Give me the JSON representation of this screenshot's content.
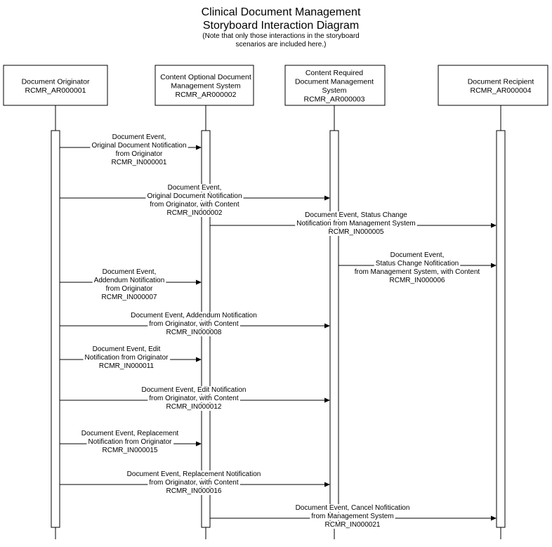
{
  "title": [
    "Clinical Document Management",
    "Storyboard Interaction Diagram"
  ],
  "note": [
    "(Note that only those interactions in the storyboard",
    "scenarios are included here.)"
  ],
  "participants": [
    {
      "id": "originator",
      "lines": [
        "Document Originator",
        "RCMR_AR000001"
      ]
    },
    {
      "id": "optional",
      "lines": [
        "Content Optional Document",
        "Management System",
        "RCMR_AR000002"
      ]
    },
    {
      "id": "required",
      "lines": [
        "Content Required",
        "Document Management",
        "System",
        "RCMR_AR000003"
      ]
    },
    {
      "id": "recipient",
      "lines": [
        "Document Recipient",
        "RCMR_AR000004"
      ]
    }
  ],
  "messages": [
    {
      "from": 0,
      "to": 1,
      "lines": [
        "Document Event,",
        "Original Document Notification",
        "from Originator",
        "RCMR_IN000001"
      ]
    },
    {
      "from": 0,
      "to": 2,
      "lines": [
        "Document Event,",
        "Original Document Notification",
        "from Originator, with Content",
        "RCMR_IN000002"
      ]
    },
    {
      "from": 1,
      "to": 3,
      "lines": [
        "Document Event, Status Change",
        "Notification from Management System",
        "RCMR_IN000005"
      ]
    },
    {
      "from": 2,
      "to": 3,
      "lines": [
        "Document Event,",
        "Status Change Nofitication",
        "from Management System, with Content",
        "RCMR_IN000006"
      ]
    },
    {
      "from": 0,
      "to": 1,
      "lines": [
        "Document Event,",
        "Addendum Notification",
        "from Originator",
        "RCMR_IN000007"
      ]
    },
    {
      "from": 0,
      "to": 2,
      "lines": [
        "Document Event, Addendum Notification",
        "from Originator, with Content",
        "RCMR_IN000008"
      ]
    },
    {
      "from": 0,
      "to": 1,
      "lines": [
        "Document Event, Edit",
        "Notification from Originator",
        "RCMR_IN000011"
      ]
    },
    {
      "from": 0,
      "to": 2,
      "lines": [
        "Document Event, Edit Notification",
        "from Originator, with Content",
        "RCMR_IN000012"
      ]
    },
    {
      "from": 0,
      "to": 1,
      "lines": [
        "Document Event, Replacement",
        "Notification from Originator",
        "RCMR_IN000015"
      ]
    },
    {
      "from": 0,
      "to": 2,
      "lines": [
        "Document Event, Replacement Notification",
        "from Originator, with Content",
        "RCMR_IN000016"
      ]
    },
    {
      "from": 1,
      "to": 3,
      "lines": [
        "Document Event,  Cancel Nofitication",
        "from Management System",
        "RCMR_IN000021"
      ]
    }
  ]
}
